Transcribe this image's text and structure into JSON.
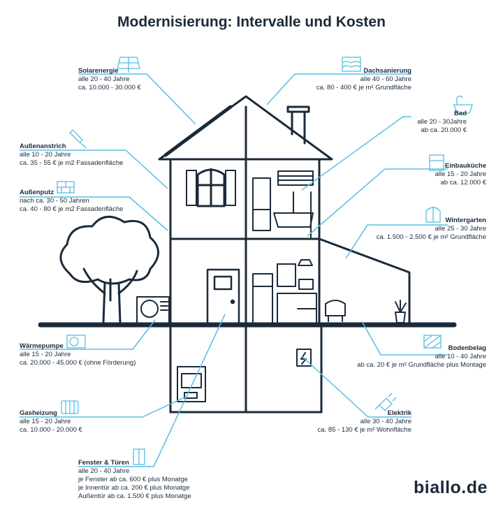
{
  "title": "Modernisierung: Intervalle und Kosten",
  "colors": {
    "ink": "#1b2a3a",
    "accent": "#58bde3"
  },
  "logo": "biallo.de",
  "items": {
    "solar": {
      "icon": "solar-panel-icon",
      "title": "Solarenergie",
      "lines": [
        "alle 20 - 40 Jahre",
        "ca. 10.000 - 30.000 €"
      ]
    },
    "dach": {
      "icon": "roof-tiles-icon",
      "title": "Dachsanierung",
      "lines": [
        "alle 40 - 60 Jahre",
        "ca. 80 - 400 € je m² Grundfläche"
      ]
    },
    "bad": {
      "icon": "bathtub-icon",
      "title": "Bad",
      "lines": [
        "alle 20 - 30Jahre",
        "ab ca. 20.000 €"
      ]
    },
    "anstrich": {
      "icon": "paintbrush-icon",
      "title": "Außenanstrich",
      "lines": [
        "alle 10 - 20 Jahre",
        "ca. 35 - 55 € je m2 Fassadenfläche"
      ]
    },
    "kueche": {
      "icon": "kitchen-icon",
      "title": "Einbauküche",
      "lines": [
        "alle 15 - 20 Jahre",
        "ab ca. 12.000 €"
      ]
    },
    "putz": {
      "icon": "bricks-icon",
      "title": "Außenputz",
      "lines": [
        "nach ca. 30 - 50 Jahren",
        "ca. 40 - 80 € je m2 Fassadenfläche"
      ]
    },
    "winter": {
      "icon": "window-arch-icon",
      "title": "Wintergarten",
      "lines": [
        "alle 25 - 30 Jahre",
        "ca. 1.500 - 2.500 € je m² Grundfläche"
      ]
    },
    "waerme": {
      "icon": "heat-pump-icon",
      "title": "Wärmepumpe",
      "lines": [
        "alle 15 - 20 Jahre",
        "ca. 20.000 - 45.000 € (ohne Förderung)"
      ]
    },
    "boden": {
      "icon": "parquet-floor-icon",
      "title": "Bodenbelag",
      "lines": [
        "alle 10 - 40 Jahre",
        "ab ca. 20 € je m² Grundfläche plus Montage"
      ]
    },
    "gas": {
      "icon": "radiator-icon",
      "title": "Gasheizung",
      "lines": [
        "alle 15 - 20 Jahre",
        "ca. 10.000 - 20.000 €"
      ]
    },
    "elektrik": {
      "icon": "plug-icon",
      "title": "Elektrik",
      "lines": [
        "alle 30 - 40 Jahre",
        "ca. 85 - 130 € je m² Wohnfläche"
      ]
    },
    "fenster": {
      "icon": "door-window-icon",
      "title": "Fenster & Türen",
      "lines": [
        "alle 20 - 40 Jahre",
        "je Fenster ab ca. 600 € plus Monatge",
        "je Innentür ab ca. 200 € plus Monatge",
        "Außentür ab ca. 1.500 € plus Monatge"
      ]
    }
  }
}
